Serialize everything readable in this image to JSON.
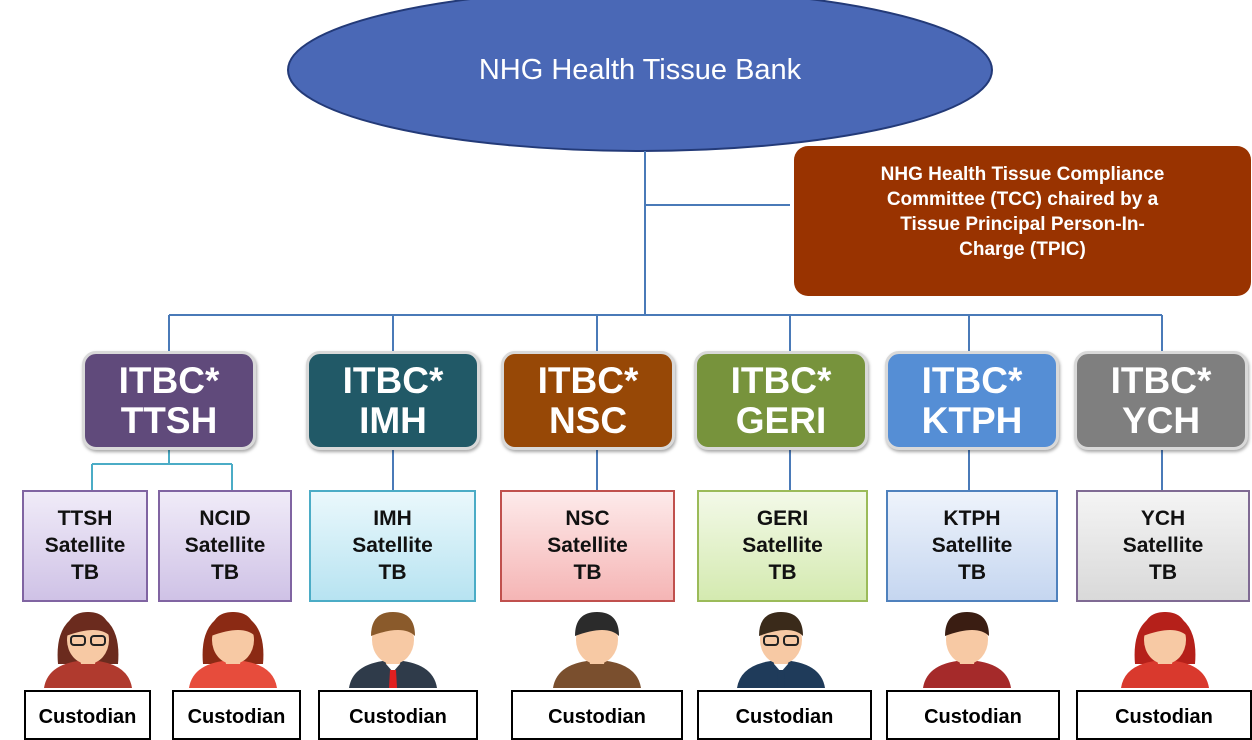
{
  "root": {
    "label": "NHG Health Tissue Bank",
    "fill": "#4a68b6",
    "stroke": "#233a78"
  },
  "tcc": {
    "lines": [
      "NHG Health Tissue Compliance",
      "Committee (TCC) chaired by a",
      "Tissue Principal Person-In-",
      "Charge (TPIC)"
    ],
    "fill": "#993300"
  },
  "connector_color": "#4a7ab8",
  "itbc_boxes": [
    {
      "line1": "ITBC*",
      "line2": "TTSH",
      "color": "#604a7b"
    },
    {
      "line1": "ITBC*",
      "line2": "IMH",
      "color": "#215967"
    },
    {
      "line1": "ITBC*",
      "line2": "NSC",
      "color": "#974806"
    },
    {
      "line1": "ITBC*",
      "line2": "GERI",
      "color": "#77933c"
    },
    {
      "line1": "ITBC*",
      "line2": "KTPH",
      "color": "#558ed5"
    },
    {
      "line1": "ITBC*",
      "line2": "YCH",
      "color": "#7f7f7f"
    }
  ],
  "satellites": [
    {
      "lines": [
        "TTSH",
        "Satellite",
        "TB"
      ],
      "fill_top": "#f0ebf8",
      "fill_bottom": "#cfc2e6",
      "border": "#8064a2"
    },
    {
      "lines": [
        "NCID",
        "Satellite",
        "TB"
      ],
      "fill_top": "#f0ebf8",
      "fill_bottom": "#cfc2e6",
      "border": "#8064a2"
    },
    {
      "lines": [
        "IMH",
        "Satellite",
        "TB"
      ],
      "fill_top": "#eaf8fc",
      "fill_bottom": "#b7e3f1",
      "border": "#4bacc6"
    },
    {
      "lines": [
        "NSC",
        "Satellite",
        "TB"
      ],
      "fill_top": "#fdeaea",
      "fill_bottom": "#f5b5b5",
      "border": "#c0504d"
    },
    {
      "lines": [
        "GERI",
        "Satellite",
        "TB"
      ],
      "fill_top": "#f3f9e8",
      "fill_bottom": "#d4eab0",
      "border": "#9bbb59"
    },
    {
      "lines": [
        "KTPH",
        "Satellite",
        "TB"
      ],
      "fill_top": "#eef3fb",
      "fill_bottom": "#c5d6f0",
      "border": "#4f81bd"
    },
    {
      "lines": [
        "YCH",
        "Satellite",
        "TB"
      ],
      "fill_top": "#f4f4f4",
      "fill_bottom": "#d9d9d9",
      "border": "#7f6a93"
    }
  ],
  "custodians": [
    {
      "label": "Custodian",
      "person": "woman-glasses"
    },
    {
      "label": "Custodian",
      "person": "woman-red"
    },
    {
      "label": "Custodian",
      "person": "man-suit-red-tie"
    },
    {
      "label": "Custodian",
      "person": "man-brown-suit"
    },
    {
      "label": "Custodian",
      "person": "man-glasses-teal"
    },
    {
      "label": "Custodian",
      "person": "man-red-shirt"
    },
    {
      "label": "Custodian",
      "person": "woman-red-top"
    }
  ]
}
